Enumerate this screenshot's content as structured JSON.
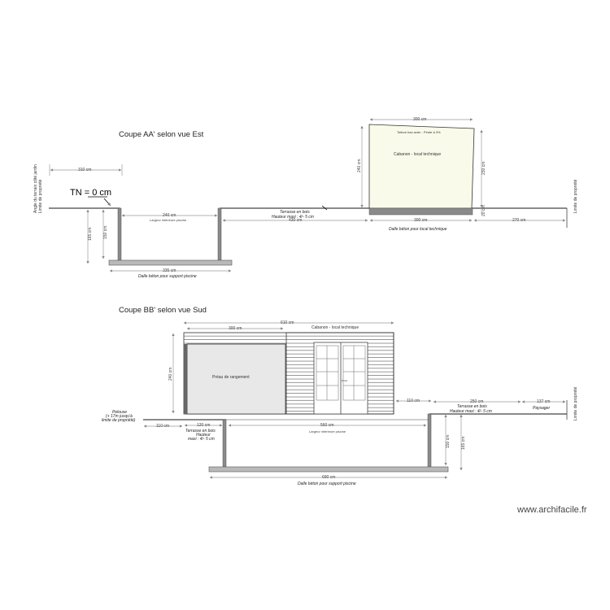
{
  "section_aa": {
    "title": "Coupe AA' selon vue Est",
    "tn_label": "TN = 0 cm",
    "left_property_label_1": "Angle du terrain côté jardin",
    "left_property_label_2": "Limite de propriété",
    "right_property_label": "Limite de propriété",
    "dim_310": "310 cm",
    "dim_165": "165 cm",
    "dim_150": "150 cm",
    "dim_240_top": "240 cm",
    "pool_interior_label": "Largeur intérieure piscine",
    "dim_335": "335 cm",
    "pool_slab_label": "Dalle béton pour support piscine",
    "terrace_label_1": "Terrasse en bois",
    "terrace_label_2": "Hauteur maxi : 4/- 5 cm",
    "dim_430": "430 cm",
    "cabin_width": "300 cm",
    "cabin_roof_note": "Toiture bac acier - Pente à 3%",
    "cabin_label": "Cabanon - local technique",
    "cabin_height_left": "240 cm",
    "cabin_height_right": "230 cm",
    "cabin_slab_height": "20 cm",
    "dim_300_bottom": "300 cm",
    "cabin_slab_label": "Dalle béton pour local technique",
    "dim_270": "270 cm"
  },
  "section_bb": {
    "title": "Coupe BB' selon vue Sud",
    "dim_610": "610 cm",
    "dim_300": "300 cm",
    "dim_240": "240 cm",
    "storage_label": "Préau de rangement",
    "cabin_label": "Cabanon - local technique",
    "door_small": "Porte",
    "dim_110_right": "110 cm",
    "dim_250": "250 cm",
    "dim_137": "137 cm",
    "terrace_right_1": "Terrasse en bois",
    "terrace_right_2": "Hauteur maxi : 4/- 5 cm",
    "landscape_label": "Paysager",
    "right_property_label": "Limite de propriété",
    "lawn_label_1": "Pelouse",
    "lawn_label_2": "(+ 17m jusqu'à",
    "lawn_label_3": "limite de propriété)",
    "dim_110_left": "110 cm",
    "dim_120": "120 cm",
    "terrace_left_1": "Terrasse en bois",
    "terrace_left_2": "Hauteur",
    "terrace_left_3": "maxi : 4/- 5 cm",
    "dim_560": "560 cm",
    "pool_interior_label": "Largeur intérieure piscine",
    "dim_165": "165 cm",
    "dim_150": "150 cm",
    "dim_690": "690 cm",
    "pool_slab_label": "Dalle béton pour support piscine"
  },
  "watermark": "www.archifacile.fr",
  "colors": {
    "cabin_fill": "#fafaeb",
    "storage_fill": "#e8e8e8",
    "wall_gray": "#8a8a8a",
    "slab_gray": "#b9b9b9"
  }
}
